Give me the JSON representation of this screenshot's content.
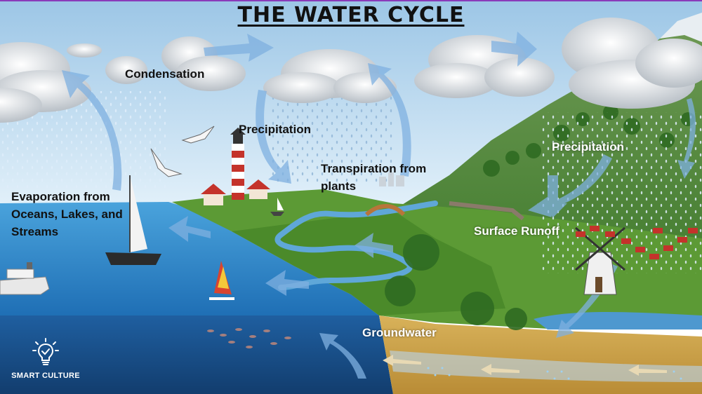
{
  "title": "THE WATER CYCLE",
  "labels": {
    "condensation": "Condensation",
    "precipitation_center": "Precipitation",
    "transpiration": [
      "Transpiration from",
      "plants"
    ],
    "evaporation": [
      "Evaporation from",
      "Oceans, Lakes, and",
      "Streams"
    ],
    "precipitation_right": "Precipitation",
    "surface_runoff": "Surface Runoff",
    "groundwater": "Groundwater"
  },
  "brand": {
    "name": "SMART CULTURE",
    "icon": "lightbulb-check-icon"
  },
  "colors": {
    "sky_top": "#9cc6e6",
    "sky_bottom": "#e3f1fa",
    "ocean": "#2f86c9",
    "deep_ocean": "#1c4f8c",
    "grass": "#5c9a35",
    "mountain": "#4e7d38",
    "sand": "#caa24e",
    "arrow": "#7fb0e0"
  }
}
